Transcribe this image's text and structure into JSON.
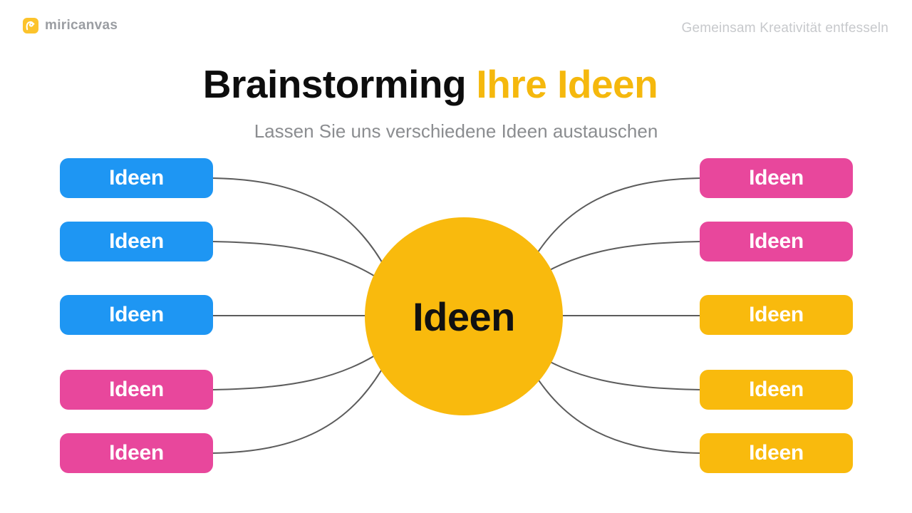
{
  "brand": {
    "name": "miricanvas",
    "logo_color": "#fcc32b"
  },
  "header": {
    "tagline": "Gemeinsam Kreativität entfesseln"
  },
  "title": {
    "part1": "Brainstorming",
    "part2": "Ihre Ideen",
    "accent_color": "#f5b80d"
  },
  "subtitle": "Lassen Sie uns verschiedene Ideen austauschen",
  "center_node": {
    "label": "Ideen",
    "color": "#f9ba0d"
  },
  "left_nodes": [
    {
      "label": "Ideen",
      "color": "#1e96f3"
    },
    {
      "label": "Ideen",
      "color": "#1e96f3"
    },
    {
      "label": "Ideen",
      "color": "#1e96f3"
    },
    {
      "label": "Ideen",
      "color": "#e8479c"
    },
    {
      "label": "Ideen",
      "color": "#e8479c"
    }
  ],
  "right_nodes": [
    {
      "label": "Ideen",
      "color": "#e8479c"
    },
    {
      "label": "Ideen",
      "color": "#e8479c"
    },
    {
      "label": "Ideen",
      "color": "#f9ba0d"
    },
    {
      "label": "Ideen",
      "color": "#f9ba0d"
    },
    {
      "label": "Ideen",
      "color": "#f9ba0d"
    }
  ],
  "colors": {
    "blue": "#1e96f3",
    "pink": "#e8479c",
    "yellow": "#f9ba0d",
    "connector_gray": "#5c5c5c",
    "title_black": "#0d0d0d",
    "subtitle_gray": "#8b8d90",
    "tagline_gray": "#c7c9cc"
  }
}
